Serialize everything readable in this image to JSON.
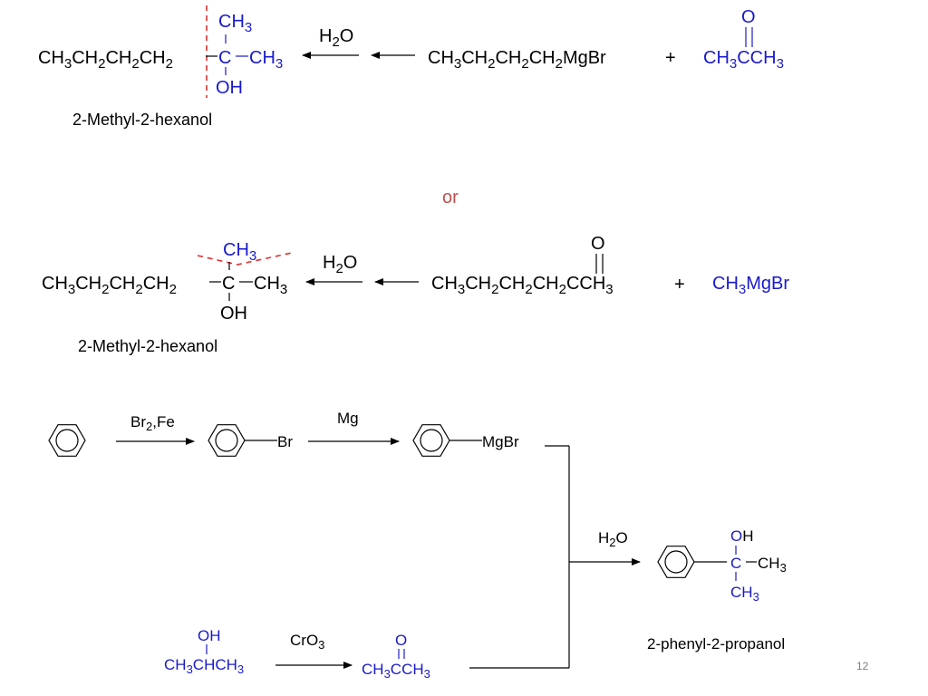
{
  "route1": {
    "product": [
      "CH",
      "3",
      "CH",
      "2",
      "CH",
      "2",
      "CH",
      "2"
    ],
    "central_c": "C",
    "methyl_top": [
      "CH",
      "3"
    ],
    "methyl_right": [
      "CH",
      "3"
    ],
    "oh": "OH",
    "product_name": "2-Methyl-2-hexanol",
    "water": [
      "H",
      "2",
      "O"
    ],
    "grignard": [
      "CH",
      "3",
      "CH",
      "2",
      "CH",
      "2",
      "CH",
      "2",
      "MgBr"
    ],
    "plus": "+",
    "ketone_o": "O",
    "ketone": [
      "CH",
      "3",
      "CCH",
      "3"
    ]
  },
  "or_text": "or",
  "route2": {
    "product": [
      "CH",
      "3",
      "CH",
      "2",
      "CH",
      "2",
      "CH",
      "2"
    ],
    "central_c": "C",
    "methyl_top": [
      "CH",
      "3"
    ],
    "methyl_right": [
      "CH",
      "3"
    ],
    "oh": "OH",
    "product_name": "2-Methyl-2-hexanol",
    "water": [
      "H",
      "2",
      "O"
    ],
    "ketone_o": "O",
    "ketone": [
      "CH",
      "3",
      "CH",
      "2",
      "CH",
      "2",
      "CH",
      "2",
      "CCH",
      "3"
    ],
    "plus": "+",
    "grignard": [
      "CH",
      "3",
      "MgBr"
    ]
  },
  "route3": {
    "reagent1": [
      "Br",
      "2",
      ",Fe"
    ],
    "br": "Br",
    "reagent2": "Mg",
    "mgbr": "MgBr",
    "water": [
      "H",
      "2",
      "O"
    ],
    "oh": "OH",
    "central_c": "C",
    "methyl_right": [
      "CH",
      "3"
    ],
    "methyl_bottom": [
      "CH",
      "3"
    ],
    "product_name": "2-phenyl-2-propanol",
    "alcohol_oh": "OH",
    "alcohol": [
      "CH",
      "3",
      "CHCH",
      "3"
    ],
    "oxidant": [
      "CrO",
      "3"
    ],
    "acetone_o": "O",
    "acetone": [
      "CH",
      "3",
      "CCH",
      "3"
    ]
  },
  "page_number": "12",
  "colors": {
    "blue": "#1a1acc",
    "red_dash": "#e03030",
    "or_text": "#c0504d",
    "page_number": "#7f7f7f"
  }
}
